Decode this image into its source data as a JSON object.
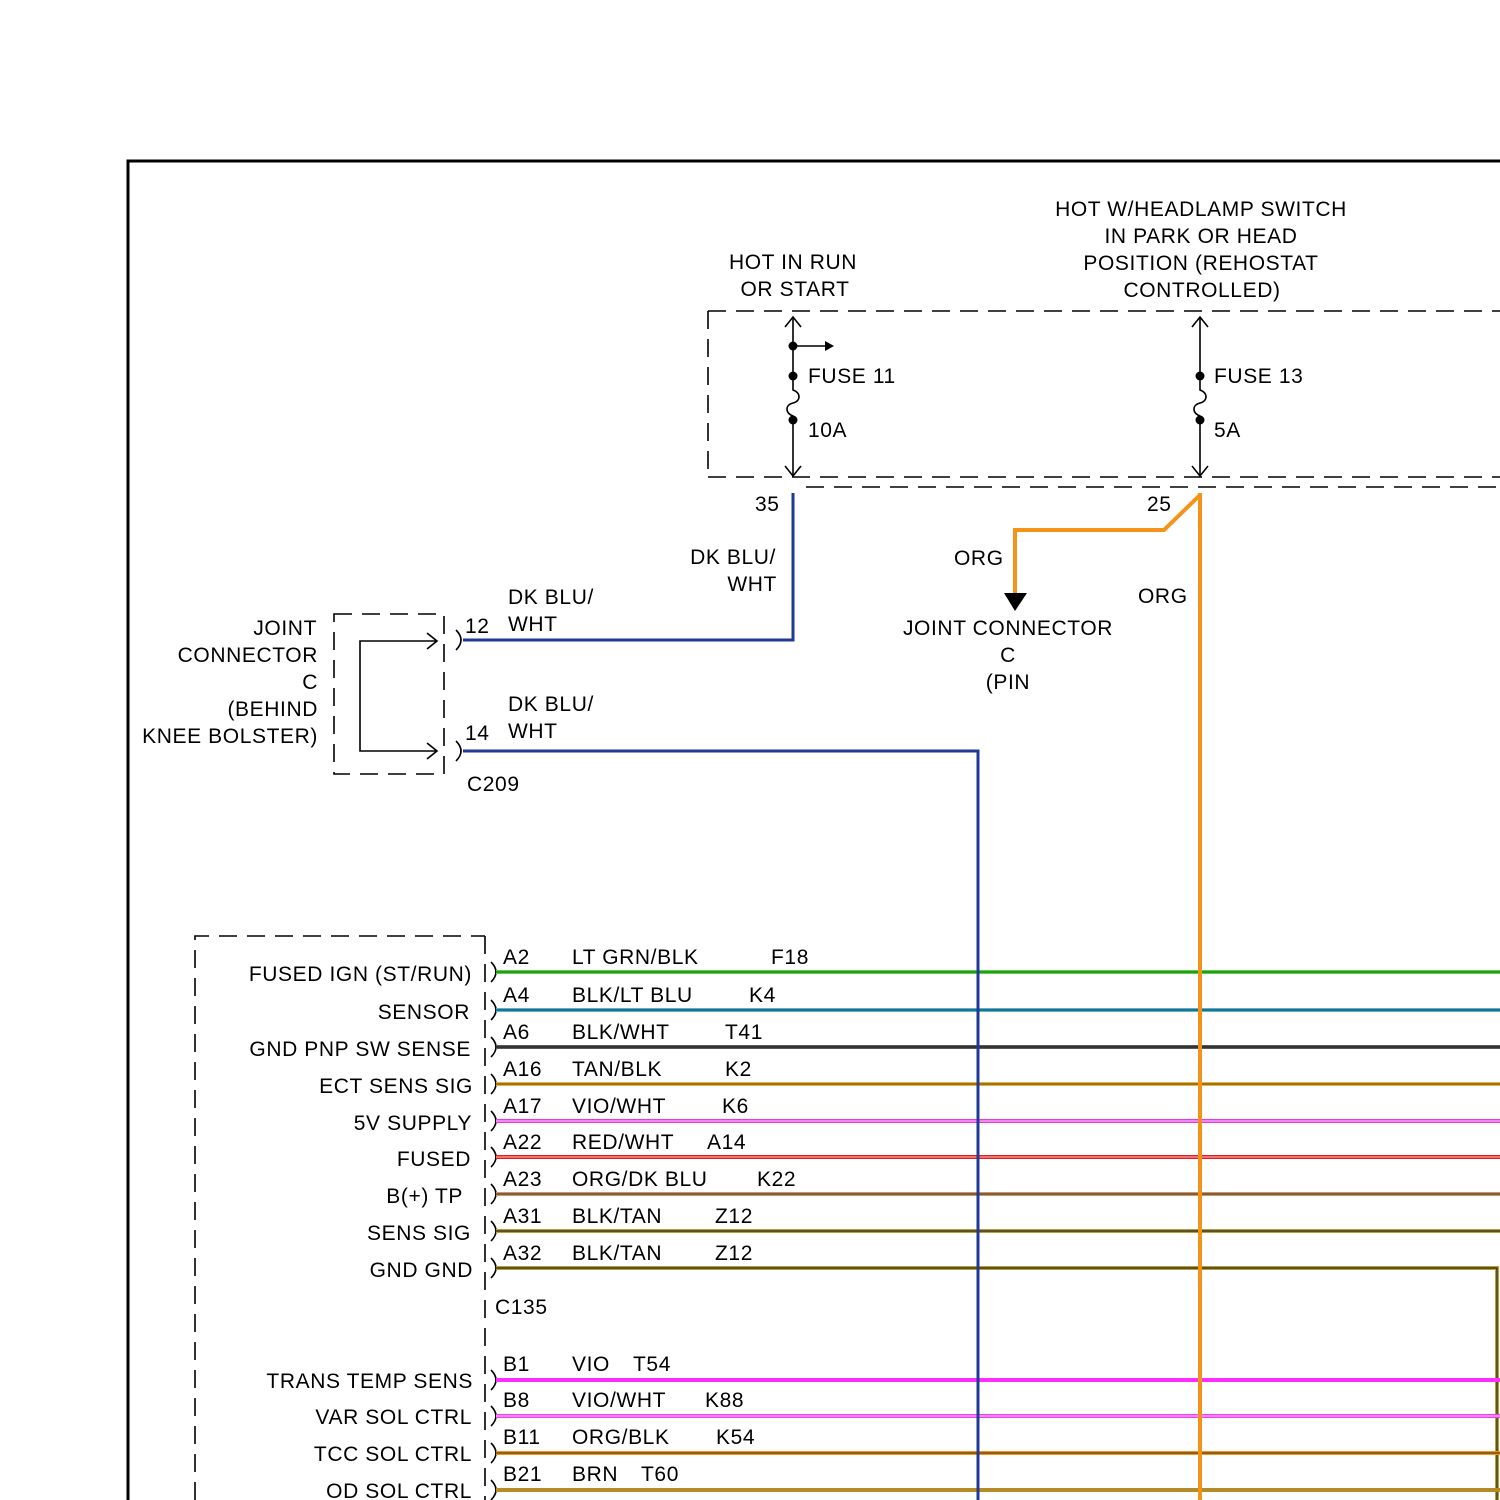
{
  "fuse_block": {
    "run_start": {
      "condition": [
        "HOT IN RUN",
        "OR START"
      ],
      "fuse": "FUSE 11",
      "rating": "10A",
      "cavity": "35"
    },
    "headlamp": {
      "condition": [
        "HOT W/HEADLAMP SWITCH",
        "IN PARK OR HEAD",
        "POSITION (REHOSTAT",
        "CONTROLLED)"
      ],
      "fuse": "FUSE 13",
      "rating": "5A",
      "cavity": "25"
    }
  },
  "wires": {
    "cavity_35": {
      "label": [
        "DK BLU/",
        "WHT"
      ],
      "color": "#1e3a96"
    },
    "cavity_25_branch": {
      "label": "ORG",
      "color": "#f39419"
    },
    "cavity_25_main": {
      "label": "ORG",
      "color": "#f39419"
    },
    "c209_pin_12": {
      "label": [
        "DK BLU/",
        "WHT"
      ]
    },
    "c209_pin_14": {
      "label": [
        "DK BLU/",
        "WHT"
      ],
      "color": "#1e3a96"
    }
  },
  "joint_connector_c209": {
    "label_lines": [
      "JOINT",
      "CONNECTOR",
      "C",
      "(BEHIND",
      "KNEE BOLSTER)"
    ],
    "pin_12": "12",
    "pin_14": "14",
    "connector": "C209"
  },
  "joint_connector_pin": {
    "label_lines": [
      "JOINT CONNECTOR",
      "C",
      "(PIN"
    ]
  },
  "connector_c135": {
    "connector": "C135",
    "row_a": [
      {
        "function": "FUSED IGN (ST/RUN)",
        "pin": "A2",
        "wire": "LT GRN/BLK",
        "circuit": "F18",
        "color": "#4fd93c",
        "tracer": "#23641c"
      },
      {
        "function": "SENSOR",
        "pin": "A4",
        "wire": "BLK/LT BLU",
        "circuit": "K4",
        "color": "#4ab7d8",
        "tracer": "#1d3f4f"
      },
      {
        "function": "GND PNP SW SENSE",
        "pin": "A6",
        "wire": "BLK/WHT",
        "circuit": "T41",
        "color": "#5a5a5a",
        "tracer": "#1e1e1e"
      },
      {
        "function": "ECT SENS SIG",
        "pin": "A16",
        "wire": "TAN/BLK",
        "circuit": "K2",
        "color": "#e6b13e",
        "tracer": "#6b4d14"
      },
      {
        "function": "5V SUPPLY",
        "pin": "A17",
        "wire": "VIO/WHT",
        "circuit": "K6",
        "color": "#e53be5",
        "tracer": "#f6b6f6"
      },
      {
        "function": "FUSED",
        "pin": "A22",
        "wire": "RED/WHT",
        "circuit": "A14",
        "color": "#e01f1f",
        "tracer": "#f6a4a4"
      },
      {
        "function": "B(+) TP",
        "pin": "A23",
        "wire": "ORG/DK BLU",
        "circuit": "K22",
        "color": "#dc9540",
        "tracer": "#2c3f7c"
      },
      {
        "function": "SENS SIG",
        "pin": "A31",
        "wire": "BLK/TAN",
        "circuit": "Z12",
        "color": "#b99d3e",
        "tracer": "#26220f"
      },
      {
        "function": "GND GND",
        "pin": "A32",
        "wire": "BLK/TAN",
        "circuit": "Z12",
        "color": "#b99d3e",
        "tracer": "#26220f"
      }
    ],
    "row_b": [
      {
        "function": "TRANS TEMP SENS",
        "pin": "B1",
        "wire": "VIO",
        "circuit": "T54",
        "color": "#ff2dff"
      },
      {
        "function": "VAR SOL CTRL",
        "pin": "B8",
        "wire": "VIO/WHT",
        "circuit": "K88",
        "color": "#f23ef2",
        "tracer": "#fbbcfb"
      },
      {
        "function": "TCC SOL CTRL",
        "pin": "B11",
        "wire": "ORG/BLK",
        "circuit": "K54",
        "color": "#f0951f",
        "tracer": "#5c3b0f"
      },
      {
        "function": "OD SOL CTRL",
        "pin": "B21",
        "wire": "BRN",
        "circuit": "T60",
        "color": "#b48b27"
      }
    ]
  }
}
